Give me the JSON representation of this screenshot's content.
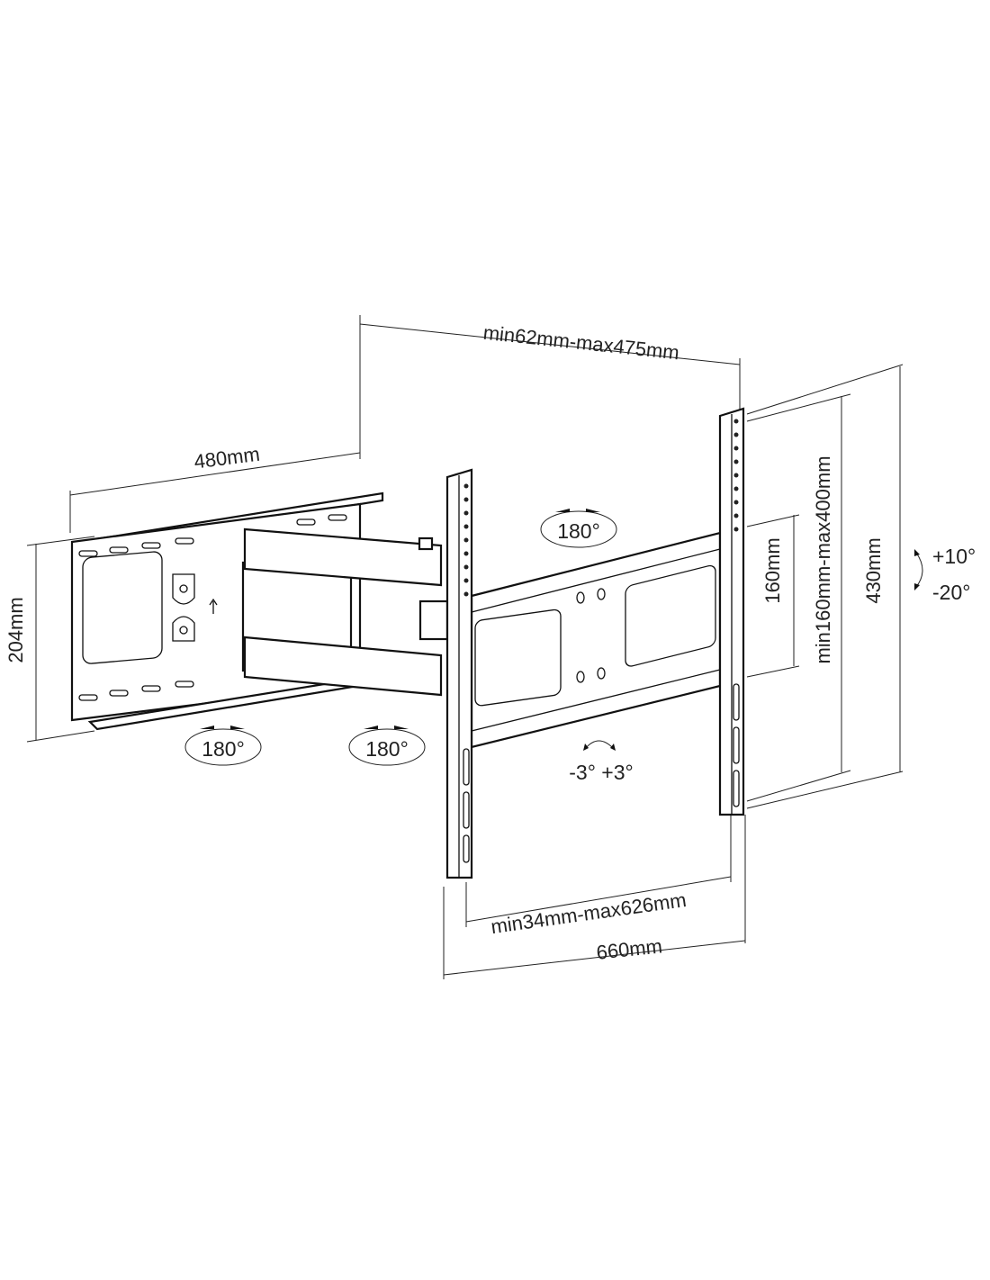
{
  "dimensions": {
    "arm_extension": "min62mm-max475mm",
    "wall_plate_width": "480mm",
    "wall_plate_height": "204mm",
    "wall_plate_vesa_height": "160mm",
    "vertical_hole_range": "min160mm-max400mm",
    "tv_rail_length": "430mm",
    "horizontal_hole_range": "min34mm-max626mm",
    "tv_bar_width": "660mm"
  },
  "rotations": {
    "wall_swivel": "180°",
    "arm_swivel": "180°",
    "tv_swivel": "180°",
    "level_adjust": "-3° +3°",
    "tilt_up": "+10°",
    "tilt_down": "-20°"
  }
}
